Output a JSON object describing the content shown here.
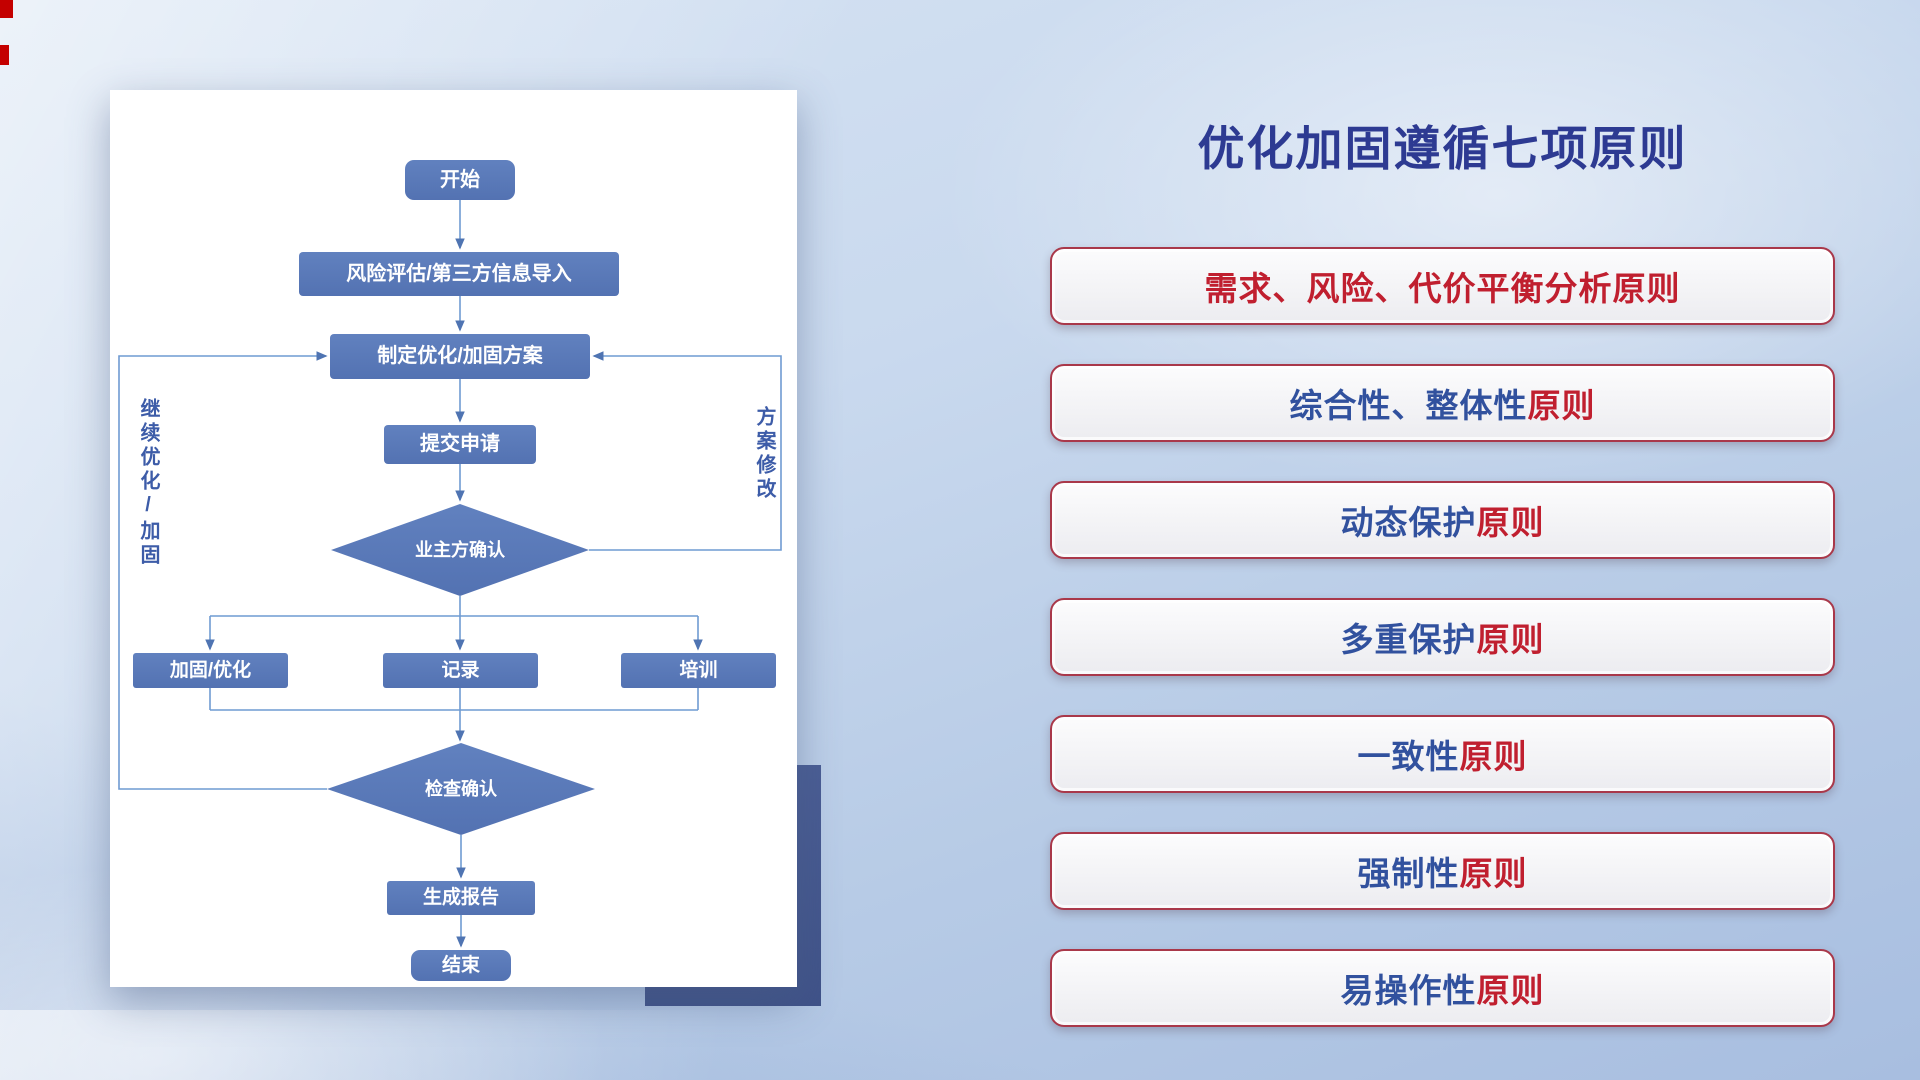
{
  "slide": {
    "title": "优化加固遵循七项原则"
  },
  "flowchart": {
    "nodes": {
      "start": "开始",
      "risk_import": "风险评估/第三方信息导入",
      "make_plan": "制定优化/加固方案",
      "submit": "提交申请",
      "owner_confirm": "业主方确认",
      "reinforce": "加固/优化",
      "record": "记录",
      "training": "培训",
      "check_confirm": "检查确认",
      "report": "生成报告",
      "end": "结束"
    },
    "edge_labels": {
      "continue_optimize": "继续优化/加固",
      "plan_modify": "方案修改"
    }
  },
  "principles": [
    {
      "blue": "",
      "red": "需求、风险、代价平衡分析原则"
    },
    {
      "blue": "综合性、整体性",
      "red": "原则"
    },
    {
      "blue": "动态保护",
      "red": "原则"
    },
    {
      "blue": "多重保护",
      "red": "原则"
    },
    {
      "blue": "一致性",
      "red": "原则"
    },
    {
      "blue": "强制性",
      "red": "原则"
    },
    {
      "blue": "易操作性",
      "red": "原则"
    }
  ],
  "colors": {
    "title_blue": "#2d3a92",
    "principle_blue": "#31519e",
    "principle_red": "#c01f2f",
    "node_fill": "#5878b8",
    "connector_blue": "#6f9bd2",
    "principle_border": "#a9384a"
  }
}
